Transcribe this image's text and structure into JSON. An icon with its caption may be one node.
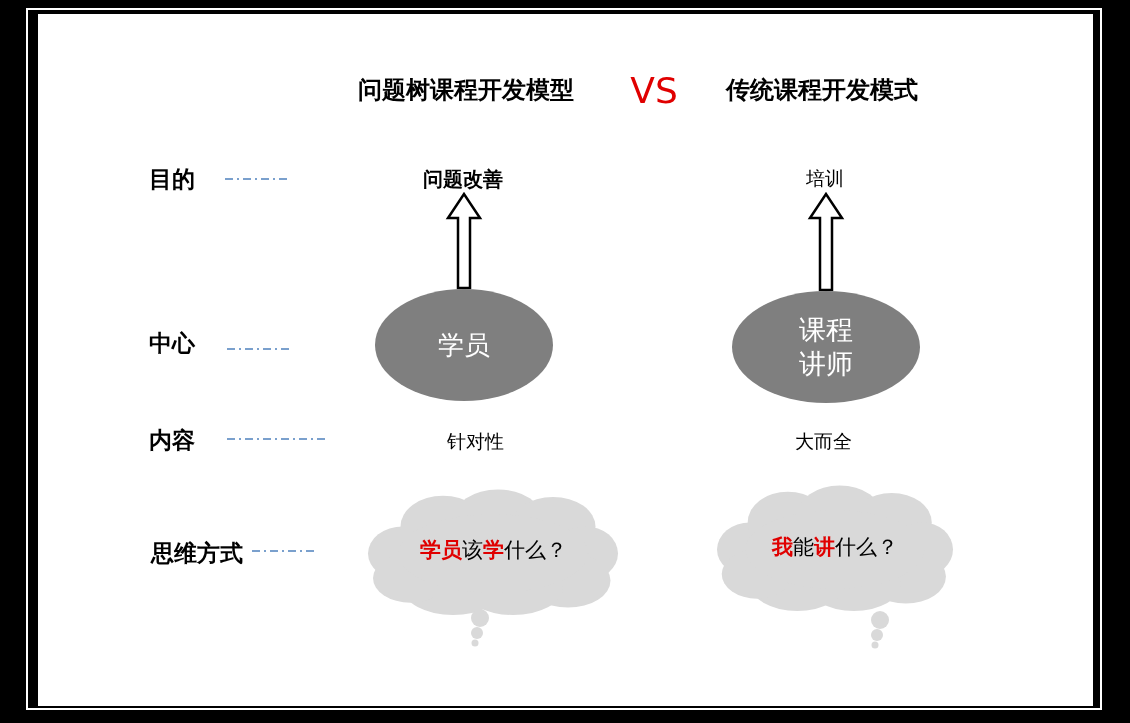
{
  "diagram": {
    "nodes": [
      {
        "text": [
          "问题改善"
        ]
      },
      {
        "text": [
          "学员"
        ]
      },
      {
        "text": [
          "培训"
        ]
      },
      {
        "text": [
          "课程讲师"
        ]
      },
      {
        "text": [
          "**学员**该**学**什么？"
        ]
      },
      {
        "text": [
          "**我**能**讲**什么？"
        ]
      }
    ],
    "edges": [
      {
        "from": 1,
        "to": 0,
        "arrow": "to"
      },
      {
        "from": 3,
        "to": 2,
        "arrow": "to"
      }
    ],
    "labels": [
      "问题树课程开发模型",
      "VS",
      "传统课程开发模式",
      "目的",
      "中心",
      "内容",
      "针对性",
      "大而全",
      "思维方式"
    ]
  }
}
